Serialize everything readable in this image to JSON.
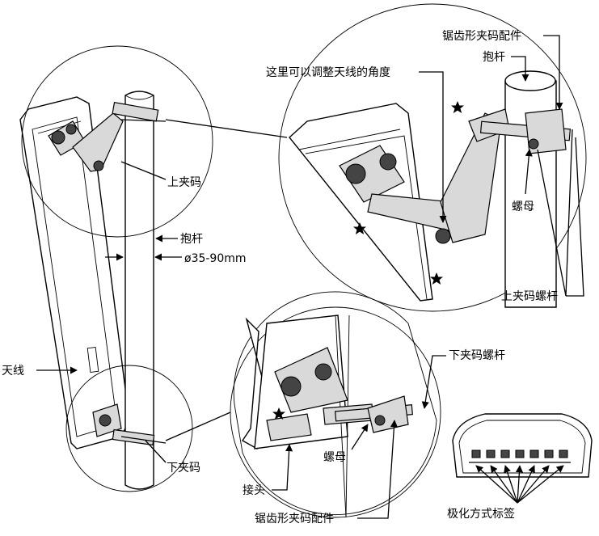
{
  "labels": {
    "upper_clamp": "上夹码",
    "pole": "抱杆",
    "pole_diameter": "ø35-90mm",
    "antenna": "天线",
    "lower_clamp": "下夹码",
    "serrated_clamp_top": "锯齿形夹码配件",
    "pole_top": "抱杆",
    "adjust_angle": "这里可以调整天线的角度",
    "nut_top": "螺母",
    "upper_clamp_screw": "上夹码螺杆",
    "lower_clamp_screw": "下夹码螺杆",
    "nut_bottom": "螺母",
    "connector": "接头",
    "serrated_clamp_bottom": "锯齿形夹码配件",
    "polarization_label": "极化方式标签"
  },
  "icons": [
    "star-icon",
    "arrow-icon"
  ]
}
